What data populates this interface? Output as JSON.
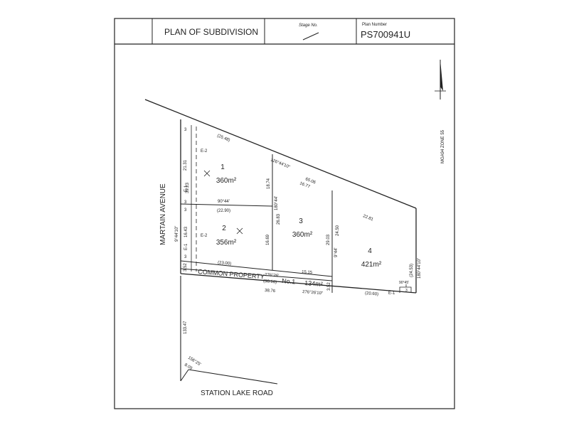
{
  "header": {
    "title": "PLAN OF SUBDIVISION",
    "stage_label": "Stage No.",
    "plan_number_label": "Plan Number",
    "plan_number": "PS700941U"
  },
  "north_arrow": {
    "label": "MGA94 ZONE 55"
  },
  "roads": {
    "martain": "MARTAIN  AVENUE",
    "station_lake": "STATION LAKE ROAD"
  },
  "lots": [
    {
      "number": "1",
      "area": "360m²"
    },
    {
      "number": "2",
      "area": "356m²"
    },
    {
      "number": "3",
      "area": "360m²"
    },
    {
      "number": "4",
      "area": "421m²"
    }
  ],
  "common_property": {
    "label": "COMMON PROPERTY",
    "number": "No.1",
    "area": "134m²"
  },
  "dimensions": {
    "d1": "(25.48)",
    "d2": "126°44'10\"",
    "d3": "65.06",
    "d4": "16.77",
    "d5": "22.81",
    "d6": "90°44'",
    "d7": "(22.90)",
    "d8": "(23.00)",
    "d9": "276°26'",
    "d10": "15.15",
    "d11": "(38.16)",
    "d12": "38.76",
    "d13": "276°26'10\"",
    "d14": "(20.60)",
    "d15": "(24.53)",
    "d16": "180°44'10\"",
    "d17": "90°45'",
    "d18": "21.31",
    "d19": "39.23",
    "d20": "9°44'10\"",
    "d21": "16.43",
    "d22": "3.52",
    "d23": "133.47",
    "d24": "16.69",
    "d25": "26.83",
    "d26": "180°44'",
    "d27": "18.74",
    "d28": "29.03",
    "d29": "24.50",
    "d30": "9°44'",
    "d31": "3.52",
    "d32": "3",
    "d33": "3",
    "d34": "3",
    "d35": "3",
    "d36": "3",
    "d37": "156°25'",
    "d38": "8.09"
  },
  "easements": {
    "e1": "E-1",
    "e2": "E-2"
  }
}
